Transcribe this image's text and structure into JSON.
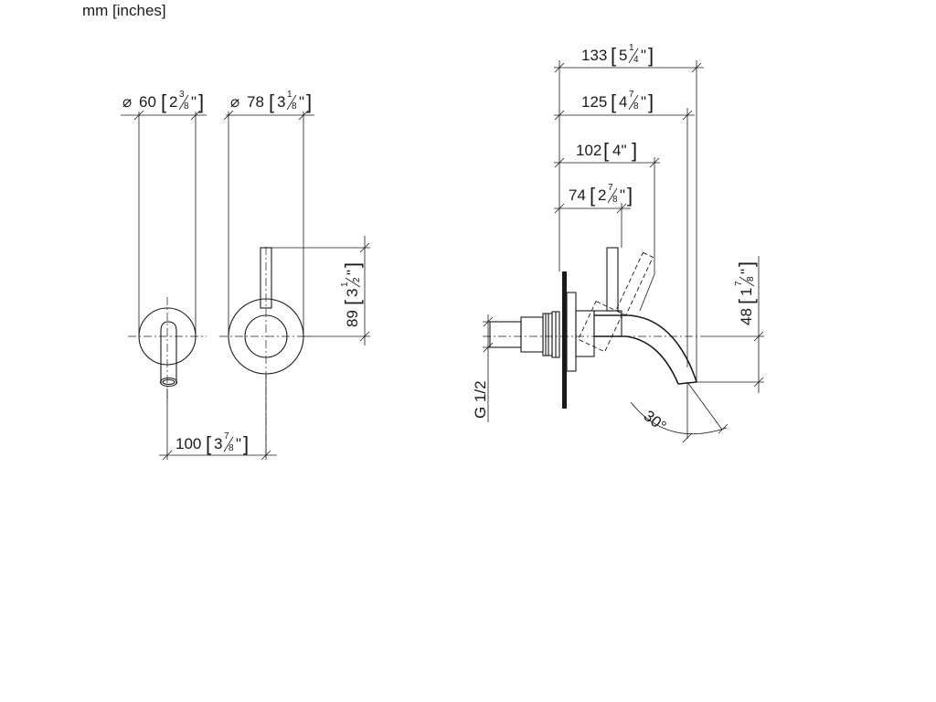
{
  "units_note": "mm [inches]",
  "dimensions": {
    "rosette_small": {
      "symbol": "⌀",
      "mm": "60",
      "whole": "2",
      "num": "3",
      "den": "8",
      "quote": "\""
    },
    "rosette_large": {
      "symbol": "⌀",
      "mm": "78",
      "whole": "3",
      "num": "1",
      "den": "8",
      "quote": "\""
    },
    "spacing": {
      "mm": "100",
      "whole": "3",
      "num": "7",
      "den": "8",
      "quote": "\""
    },
    "lever_height": {
      "mm": "89",
      "whole": "3",
      "num": "1",
      "den": "2",
      "quote": "\""
    },
    "projection_133": {
      "mm": "133",
      "whole": "5",
      "num": "1",
      "den": "4",
      "quote": "\""
    },
    "projection_125": {
      "mm": "125",
      "whole": "4",
      "num": "7",
      "den": "8",
      "quote": "\""
    },
    "projection_102": {
      "mm": "102",
      "inch": "4\""
    },
    "projection_74": {
      "mm": "74",
      "whole": "2",
      "num": "7",
      "den": "8",
      "quote": "\""
    },
    "spout_drop": {
      "mm": "48",
      "whole": "1",
      "num": "7",
      "den": "8",
      "quote": "\""
    },
    "thread": "G 1/2",
    "angle": "30°"
  },
  "brackets": {
    "open": "[",
    "close": "]"
  }
}
